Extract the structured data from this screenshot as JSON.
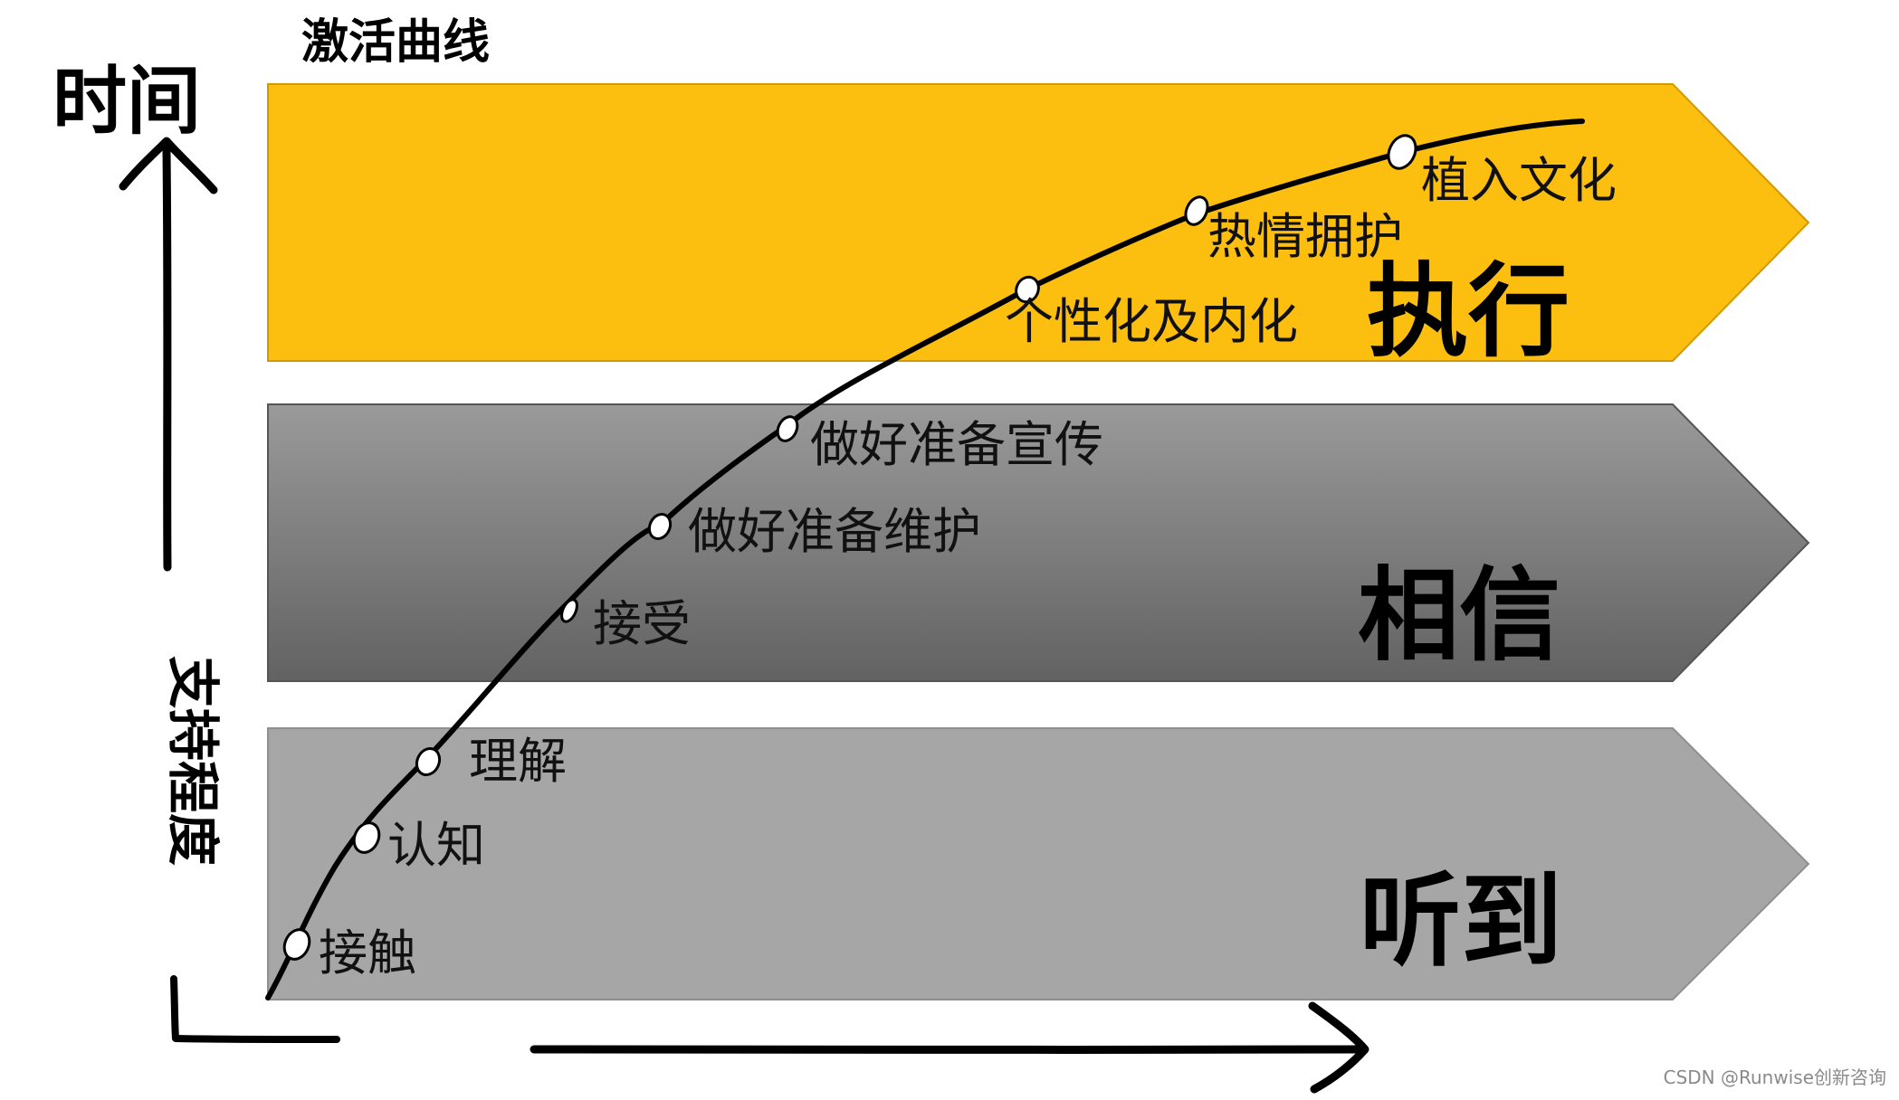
{
  "title": "激活曲线",
  "axes": {
    "y_label": "时间",
    "x_label": "支持程度"
  },
  "stages": [
    {
      "label": "听到",
      "color": "#a6a6a6"
    },
    {
      "label": "相信",
      "color": "#7f7f7f"
    },
    {
      "label": "执行",
      "color": "#fcbf10"
    }
  ],
  "curve_points": [
    {
      "label": "接触"
    },
    {
      "label": "认知"
    },
    {
      "label": "理解"
    },
    {
      "label": "接受"
    },
    {
      "label": "做好准备维护"
    },
    {
      "label": "做好准备宣传"
    },
    {
      "label": "个性化及内化"
    },
    {
      "label": "热情拥护"
    },
    {
      "label": "植入文化"
    }
  ],
  "watermark": "CSDN @Runwise创新咨询"
}
